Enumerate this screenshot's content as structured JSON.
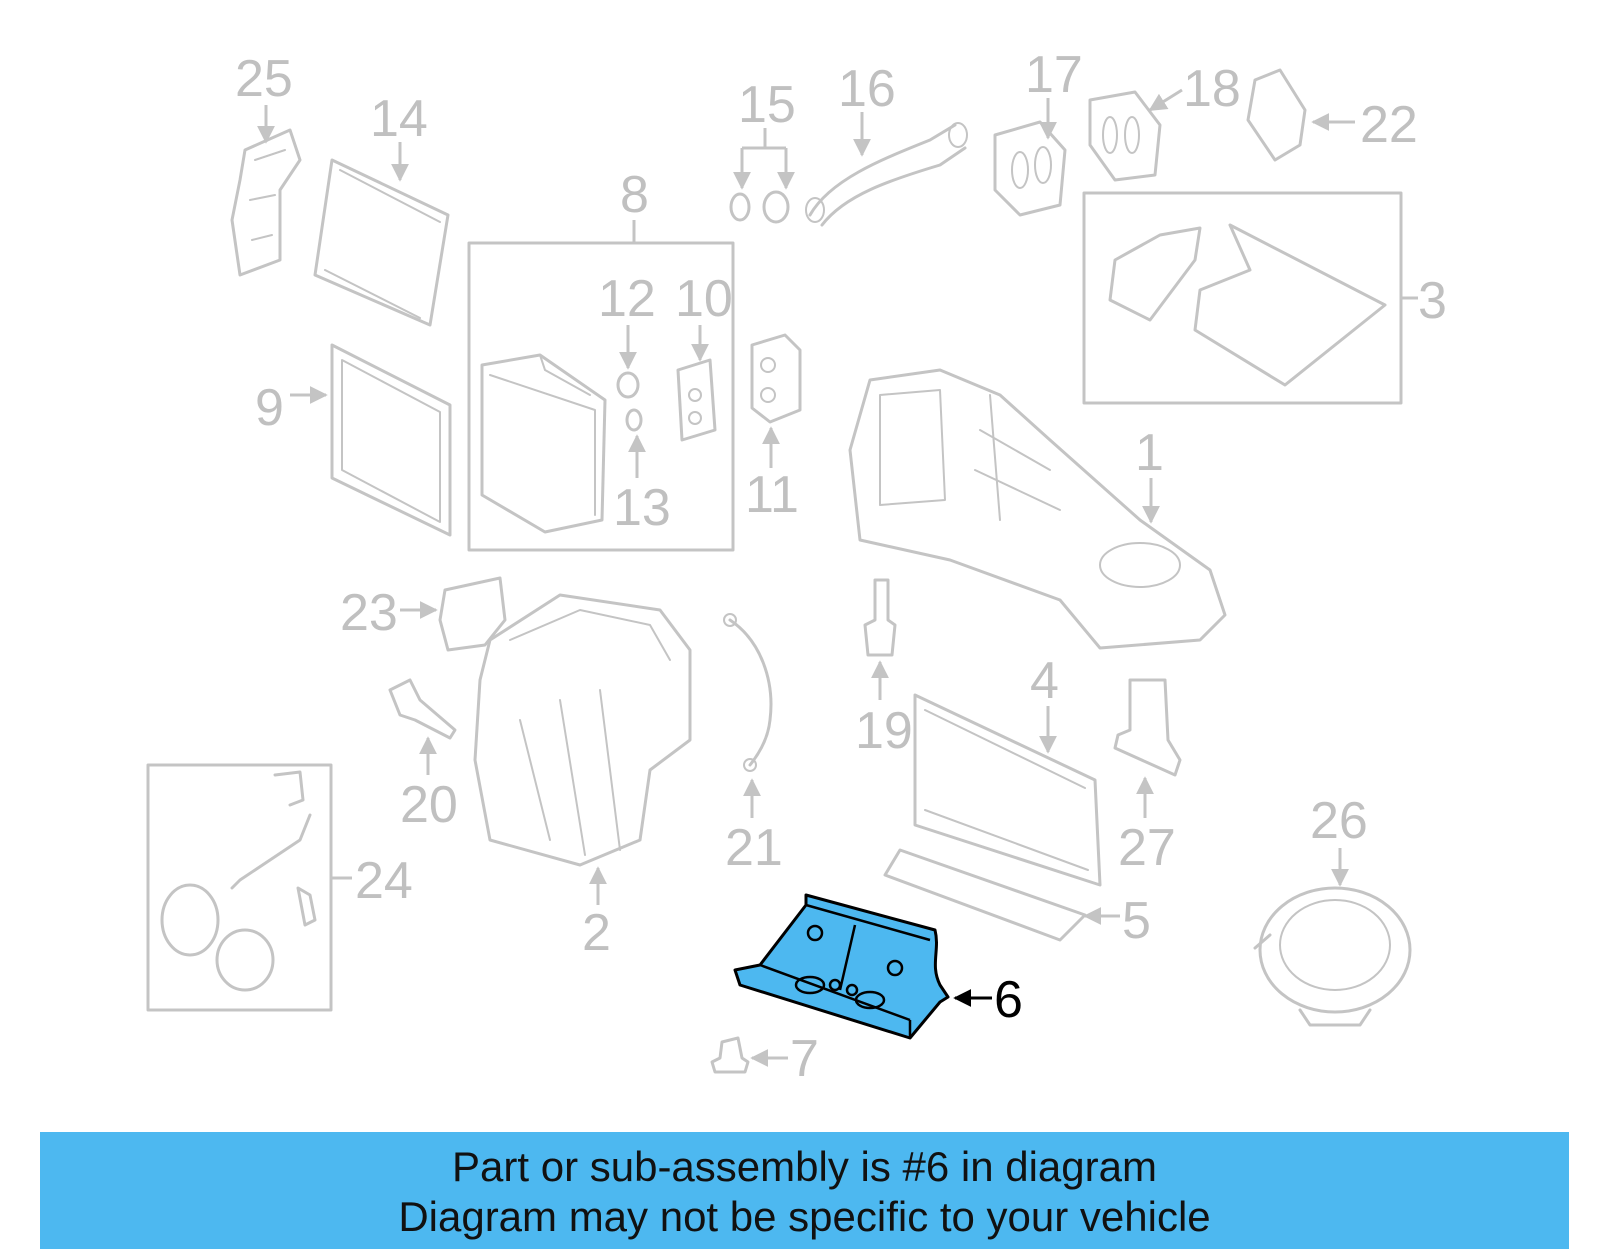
{
  "callouts": {
    "n1": "1",
    "n2": "2",
    "n3": "3",
    "n4": "4",
    "n5": "5",
    "n6": "6",
    "n7": "7",
    "n8": "8",
    "n9": "9",
    "n10": "10",
    "n11": "11",
    "n12": "12",
    "n13": "13",
    "n14": "14",
    "n15": "15",
    "n16": "16",
    "n17": "17",
    "n18": "18",
    "n19": "19",
    "n20": "20",
    "n21": "21",
    "n22": "22",
    "n23": "23",
    "n24": "24",
    "n25": "25",
    "n26": "26",
    "n27": "27"
  },
  "highlight": {
    "part_number": "6",
    "color": "#4db8f0"
  },
  "banner": {
    "line1": "Part or sub-assembly is #6 in diagram",
    "line2": "Diagram may not be specific to your vehicle"
  }
}
